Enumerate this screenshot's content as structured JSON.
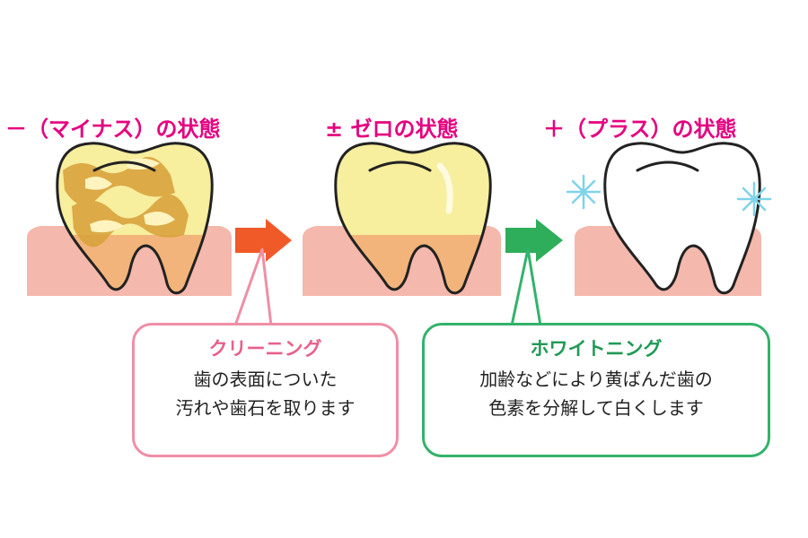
{
  "states": {
    "minus": {
      "title": "－（マイナス）の状態"
    },
    "zero": {
      "title": "± ゼロの状態"
    },
    "plus": {
      "title": "＋（プラス）の状態"
    }
  },
  "callouts": {
    "cleaning": {
      "title": "クリーニング",
      "line1": "歯の表面についた",
      "line2": "汚れや歯石を取ります"
    },
    "whitening": {
      "title": "ホワイトニング",
      "line1": "加齢などにより黄ばんだ歯の",
      "line2": "色素を分解して白くします"
    }
  },
  "colors": {
    "title": "#e5007f",
    "cleaning_accent": "#ef8fa6",
    "cleaning_title": "#e8608a",
    "whitening_accent": "#33b26b",
    "whitening_title": "#1f9a55",
    "arrow_orange": "#f05a28",
    "arrow_green": "#2eae5a",
    "gum": "#f4b8ad",
    "tooth_yellow": "#f7ee9e",
    "tooth_root": "#f2b47a",
    "sparkle": "#7fd3ea"
  }
}
